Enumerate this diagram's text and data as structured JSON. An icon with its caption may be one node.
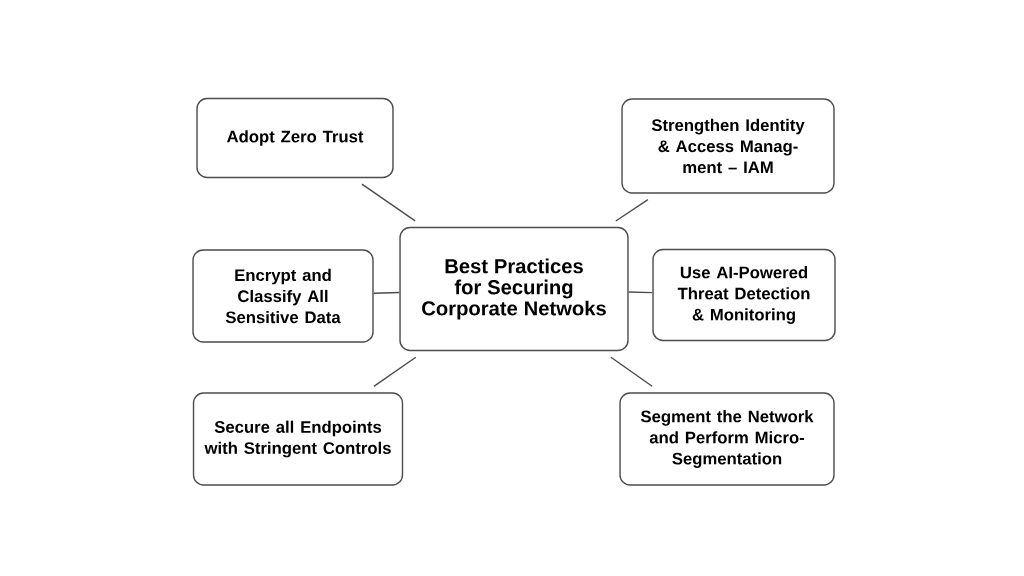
{
  "diagram": {
    "nodes": [
      {
        "text": [
          "Best Practices for Securing Corporate Netwoks"
        ]
      },
      {
        "text": [
          "Adopt Zero Trust"
        ]
      },
      {
        "text": [
          "Strengthen Identity & Access Manag-ment – IAM"
        ]
      },
      {
        "text": [
          "Encrypt and Classify All Sensitive Data"
        ]
      },
      {
        "text": [
          "Use AI-Powered Threat Detection & Monitoring"
        ]
      },
      {
        "text": [
          "Secure all Endpoints with Stringent Controls"
        ]
      },
      {
        "text": [
          "Segment the Network and Perform Micro-Segmentation"
        ]
      }
    ],
    "edges": [
      {
        "from": 0,
        "to": 1,
        "arrow": "none"
      },
      {
        "from": 0,
        "to": 2,
        "arrow": "none"
      },
      {
        "from": 0,
        "to": 3,
        "arrow": "none"
      },
      {
        "from": 0,
        "to": 4,
        "arrow": "none"
      },
      {
        "from": 0,
        "to": 5,
        "arrow": "none"
      },
      {
        "from": 0,
        "to": 6,
        "arrow": "none"
      }
    ]
  }
}
